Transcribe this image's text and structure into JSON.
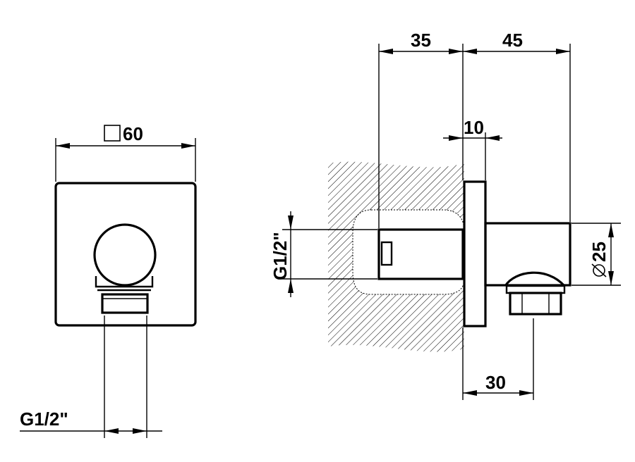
{
  "front_view": {
    "width_label": "60",
    "thread_label": "G1/2\""
  },
  "side_view": {
    "depth_in_wall_label": "35",
    "projection_label": "45",
    "flange_label": "10",
    "outlet_offset_label": "30",
    "diameter_label": "25",
    "thread_label": "G1/2\""
  }
}
